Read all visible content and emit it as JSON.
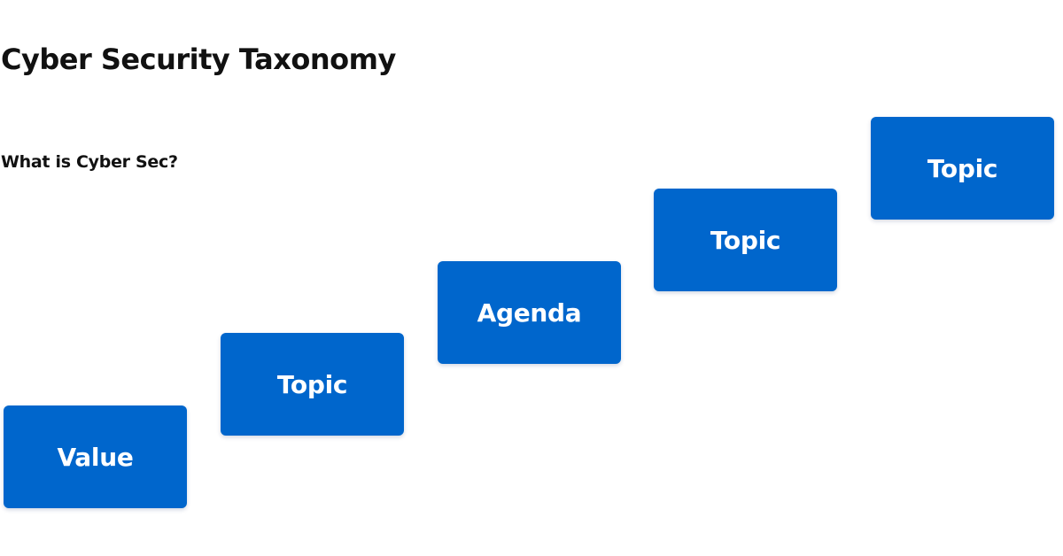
{
  "header": {
    "title": "Cyber Security Taxonomy",
    "subtitle": "What is Cyber Sec?"
  },
  "diagram": {
    "type": "staircase",
    "box_color": "#0066CC",
    "text_color": "#FFFFFF",
    "steps": [
      {
        "label": "Value"
      },
      {
        "label": "Topic"
      },
      {
        "label": "Agenda"
      },
      {
        "label": "Topic"
      },
      {
        "label": "Topic"
      }
    ]
  }
}
